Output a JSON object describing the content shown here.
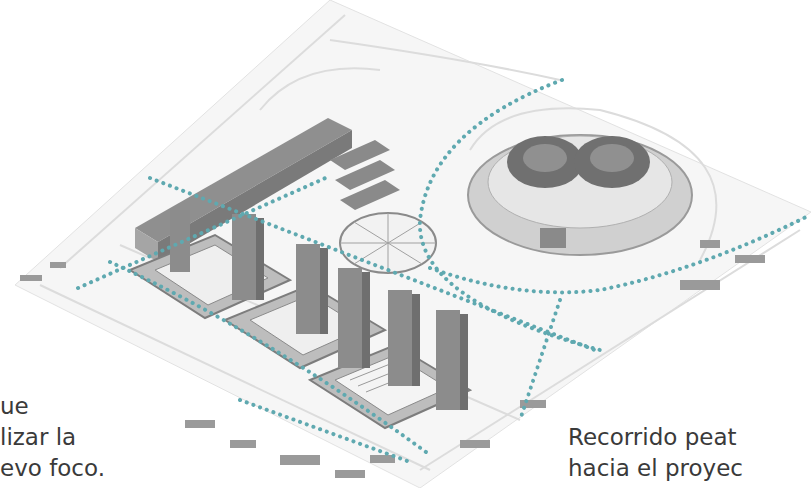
{
  "diagram": {
    "labels": [
      "ue",
      "lizar la",
      "evo foco.",
      "Recorrido peat",
      "hacia el proyec"
    ]
  }
}
